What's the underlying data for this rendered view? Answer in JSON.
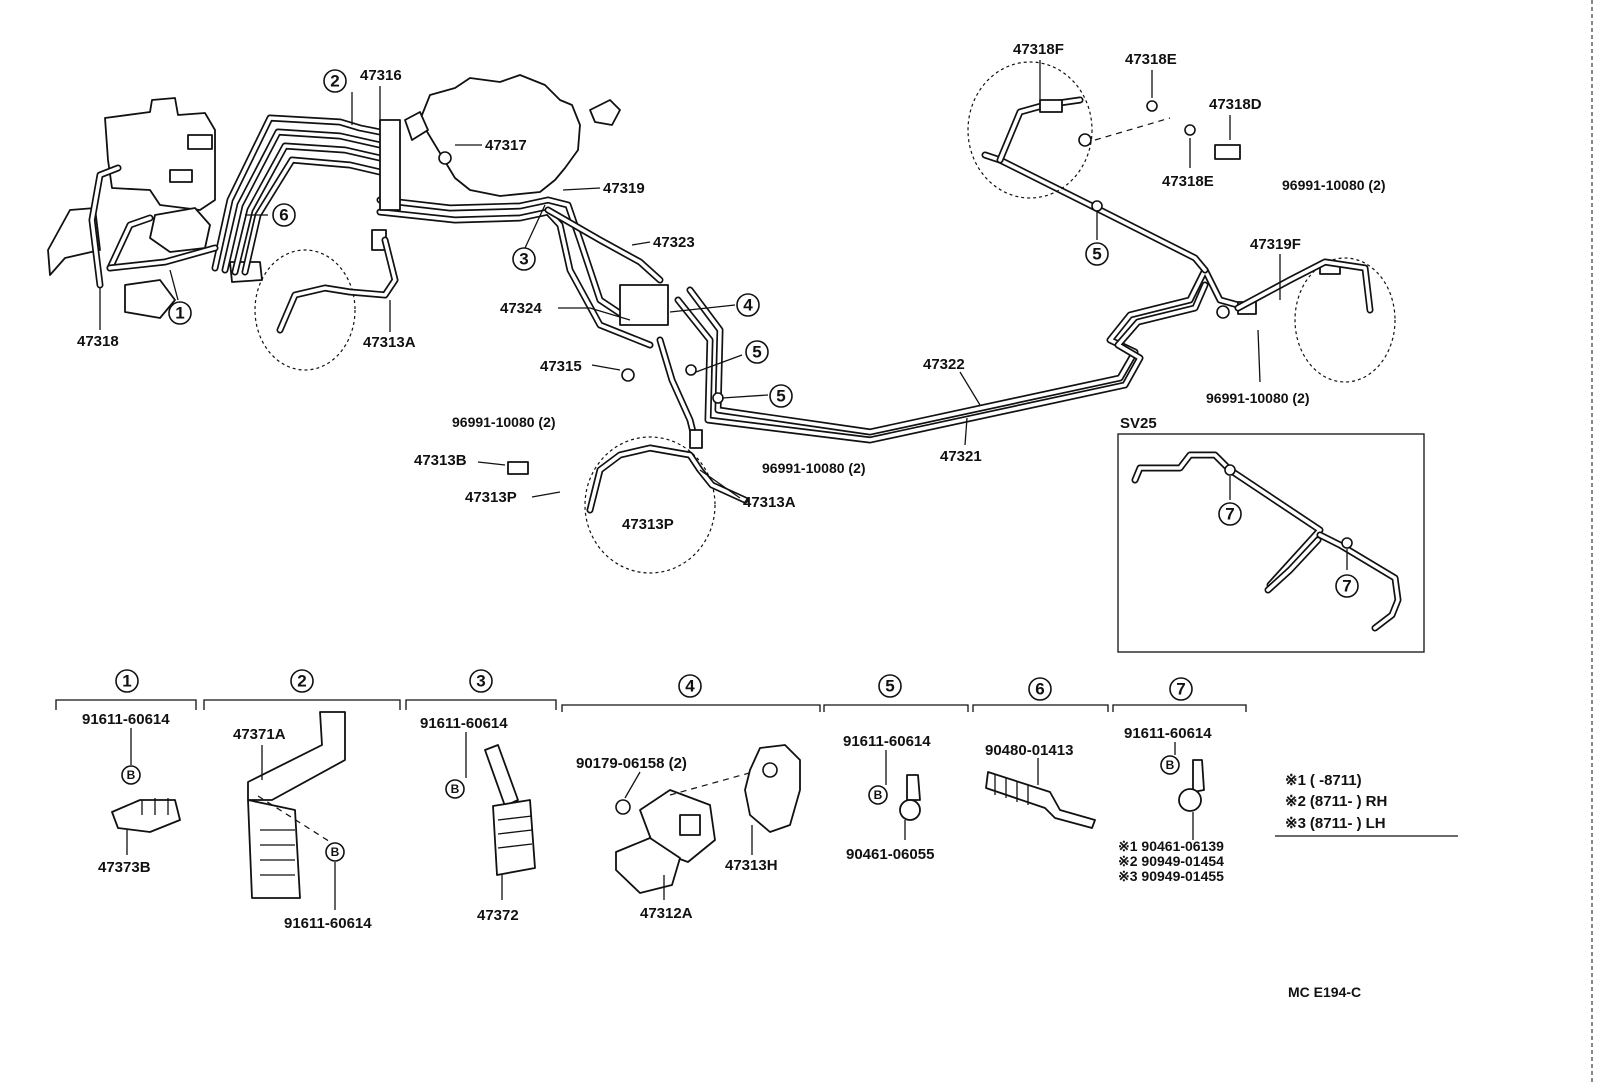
{
  "labels": {
    "p47316": "47316",
    "p47317": "47317",
    "p47319": "47319",
    "p47323": "47323",
    "p47324": "47324",
    "p47315": "47315",
    "p47318": "47318",
    "p47313A_left": "47313A",
    "p47313A_front": "47313A",
    "p47313B": "47313B",
    "p47313P_a": "47313P",
    "p47313P_b": "47313P",
    "p96991_a": "96991-10080 (2)",
    "p96991_b": "96991-10080 (2)",
    "p96991_c": "96991-10080 (2)",
    "p96991_d": "96991-10080 (2)",
    "p47322": "47322",
    "p47321": "47321",
    "p47318F": "47318F",
    "p47318E_a": "47318E",
    "p47318E_b": "47318E",
    "p47318D": "47318D",
    "p47319F": "47319F",
    "sv25": "SV25",
    "mce": "MC E194-C"
  },
  "callouts": {
    "c1": "1",
    "c2": "2",
    "c3": "3",
    "c4": "4",
    "c5a": "5",
    "c5b": "5",
    "c5c": "5",
    "c6": "6",
    "c7a": "7",
    "c7b": "7"
  },
  "kits": [
    {
      "num": "1",
      "parts": [
        "91611-60614",
        "47373B"
      ],
      "b": "B"
    },
    {
      "num": "2",
      "parts": [
        "47371A",
        "91611-60614"
      ],
      "b": "B"
    },
    {
      "num": "3",
      "parts": [
        "91611-60614",
        "47372"
      ],
      "b": "B"
    },
    {
      "num": "4",
      "parts": [
        "90179-06158 (2)",
        "47313H",
        "47312A"
      ]
    },
    {
      "num": "5",
      "parts": [
        "91611-60614",
        "90461-06055"
      ],
      "b": "B"
    },
    {
      "num": "6",
      "parts": [
        "90480-01413"
      ]
    },
    {
      "num": "7",
      "parts": [
        "91611-60614"
      ],
      "b": "B",
      "variants": [
        {
          "mark": "※1",
          "part": "90461-06139"
        },
        {
          "mark": "※2",
          "part": "90949-01454"
        },
        {
          "mark": "※3",
          "part": "90949-01455"
        }
      ]
    }
  ],
  "legend": [
    {
      "mark": "※1",
      "range": "(        -8711)",
      "side": ""
    },
    {
      "mark": "※2",
      "range": "(8711-          )",
      "side": "RH"
    },
    {
      "mark": "※3",
      "range": "(8711-          )",
      "side": "LH"
    }
  ]
}
